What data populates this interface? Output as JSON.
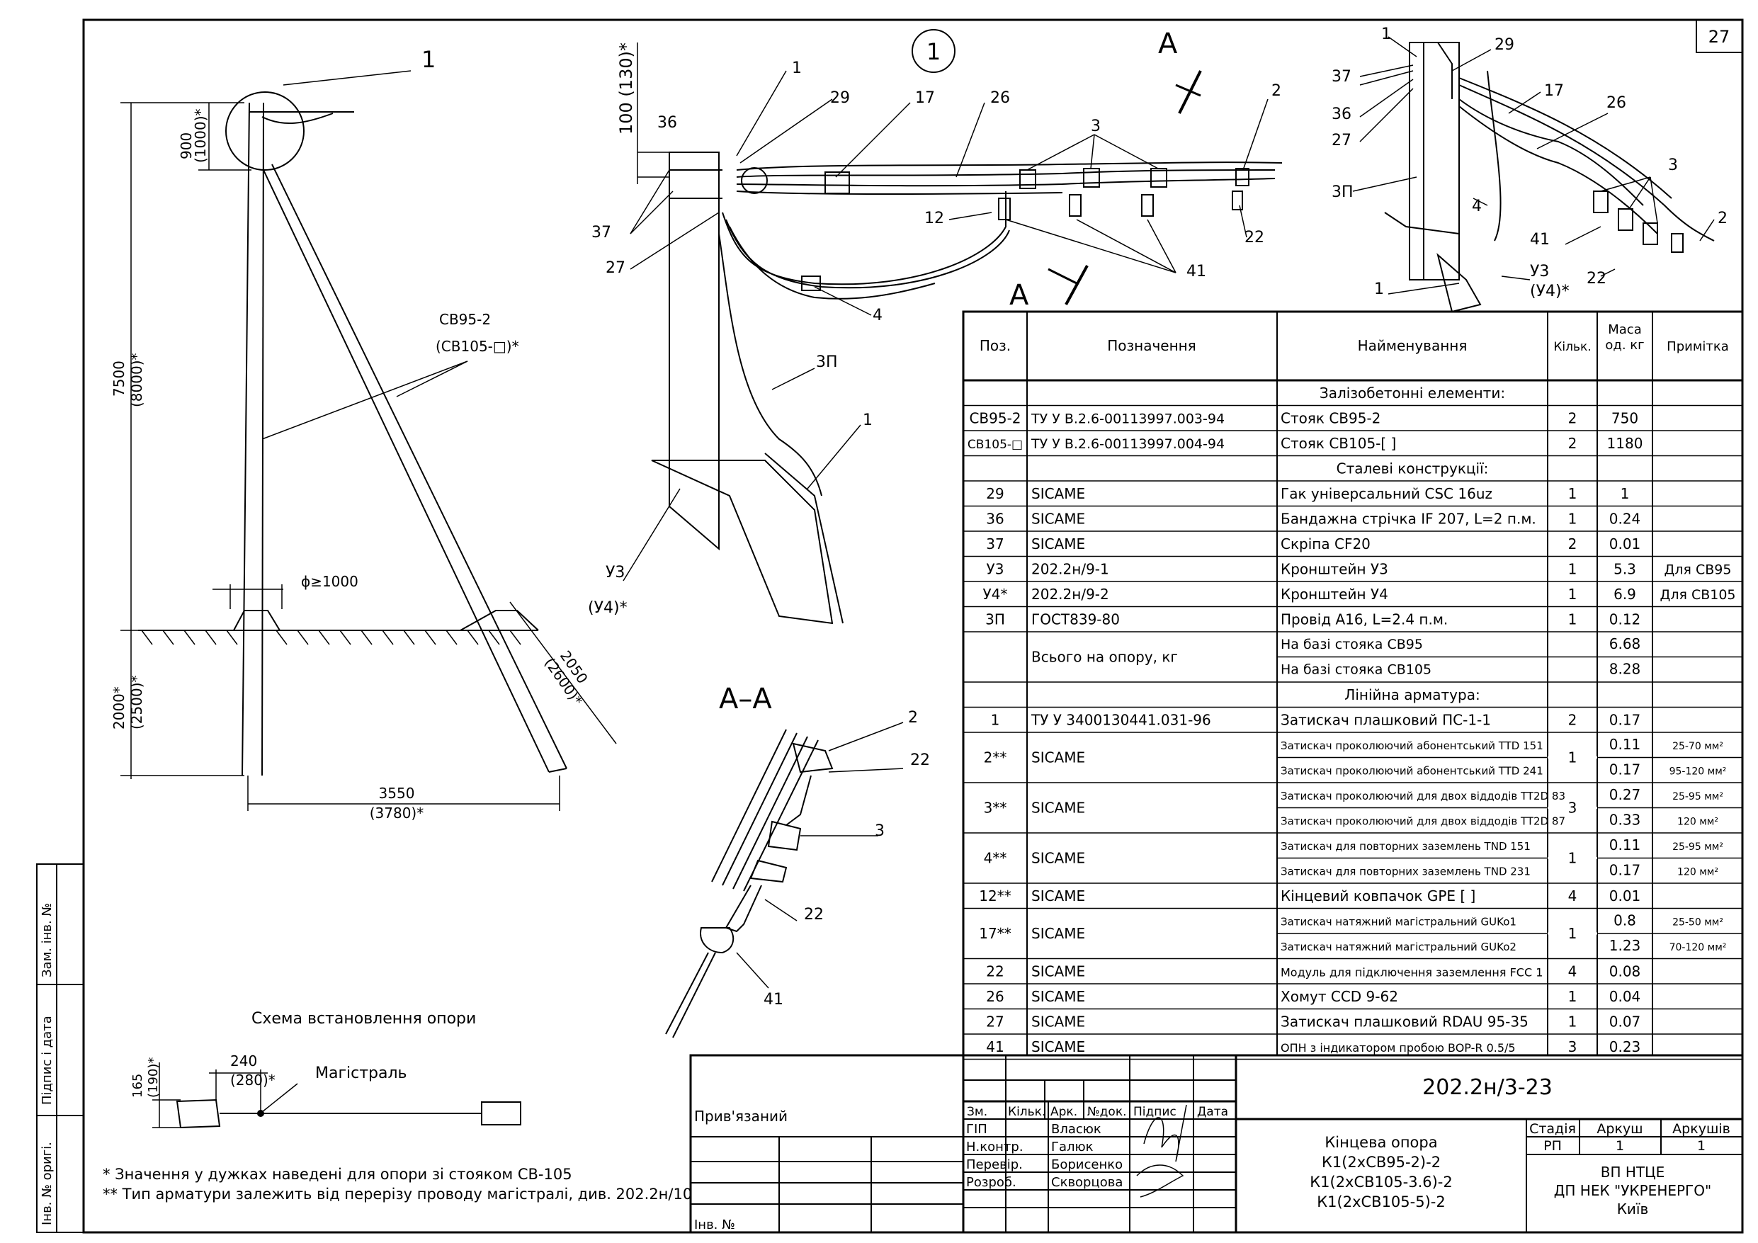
{
  "sheet_number": "27",
  "view_number": "1",
  "section_mark": "А",
  "section_title": "А–А",
  "pole": {
    "height_top": "900",
    "height_top_alt": "(1000)*",
    "height_total": "7500",
    "height_total_alt": "(8000)*",
    "depth": "2000*",
    "depth_alt": "(2500)*",
    "strut_label": "СВ95-2",
    "strut_label_alt": "(СВ105-□)*",
    "pit_diameter": "ϕ≥1000",
    "strut_depth": "2050",
    "strut_depth_alt": "(2600)*",
    "base_width": "3550",
    "base_width_alt": "(3780)*",
    "callout_1": "1"
  },
  "detail": {
    "dim_100": "100 (130)*",
    "labels": [
      "1",
      "29",
      "17",
      "26",
      "3",
      "2",
      "36",
      "37",
      "27",
      "12",
      "22",
      "41",
      "4",
      "3П",
      "1",
      "У3",
      "(У4)*"
    ]
  },
  "iso": {
    "labels": [
      "1",
      "29",
      "37",
      "36",
      "27",
      "17",
      "26",
      "3",
      "3П",
      "4",
      "41",
      "2",
      "22",
      "У3",
      "(У4)*",
      "1"
    ]
  },
  "aa": {
    "labels": [
      "2",
      "22",
      "3",
      "22",
      "41"
    ]
  },
  "scheme": {
    "title": "Схема встановлення опори",
    "dim_165": "165",
    "dim_165_alt": "(190)*",
    "dim_240": "240",
    "dim_240_alt": "(280)*",
    "main_line": "Магістраль"
  },
  "notes": [
    "* Значення у дужках наведені для опори зі стояком СВ-105",
    "** Тип арматури залежить від перерізу проводу магістралі, див. 202.2н/10"
  ],
  "left_strip": [
    "Інв. № оригі.",
    "Підпис і дата",
    "Зам. інв. №"
  ],
  "spec": {
    "headers": [
      "Поз.",
      "Позначення",
      "Найменування",
      "Кільк.",
      "Маса од. кг",
      "Примітка"
    ],
    "rows": [
      {
        "type": "section",
        "title": "Залізобетонні елементи:"
      },
      {
        "pos": "СВ95-2",
        "code": "ТУ У В.2.6-00113997.003-94",
        "name": "Стояк СВ95-2",
        "qty": "2",
        "mass": "750",
        "note": ""
      },
      {
        "pos": "СВ105-□",
        "code": "ТУ У В.2.6-00113997.004-94",
        "name": "Стояк СВ105-[    ]",
        "qty": "2",
        "mass": "1180",
        "note": ""
      },
      {
        "type": "section",
        "title": "Сталеві конструкції:"
      },
      {
        "pos": "29",
        "code": "SICAME",
        "name": "Гак універсальний CSC 16uz",
        "qty": "1",
        "mass": "1",
        "note": ""
      },
      {
        "pos": "36",
        "code": "SICAME",
        "name": "Бандажна стрічка IF 207, L=2 п.м.",
        "qty": "1",
        "mass": "0.24",
        "note": ""
      },
      {
        "pos": "37",
        "code": "SICAME",
        "name": "Скріпа CF20",
        "qty": "2",
        "mass": "0.01",
        "note": ""
      },
      {
        "pos": "У3",
        "code": "202.2н/9-1",
        "name": "Кронштейн У3",
        "qty": "1",
        "mass": "5.3",
        "note": "Для СВ95"
      },
      {
        "pos": "У4*",
        "code": "202.2н/9-2",
        "name": "Кронштейн У4",
        "qty": "1",
        "mass": "6.9",
        "note": "Для СВ105"
      },
      {
        "pos": "3П",
        "code": "ГОСТ839-80",
        "name": "Провід А16, L=2.4 п.м.",
        "qty": "1",
        "mass": "0.12",
        "note": ""
      },
      {
        "type": "total",
        "code": "Всього на опору, кг",
        "names": [
          "На базі стояка СВ95",
          "На базі стояка СВ105"
        ],
        "masses": [
          "6.68",
          "8.28"
        ]
      },
      {
        "type": "section",
        "title": "Лінійна арматура:"
      },
      {
        "pos": "1",
        "code": "ТУ У 3400130441.031-96",
        "name": "Затискач плашковий ПС-1-1",
        "qty": "2",
        "mass": "0.17",
        "note": ""
      },
      {
        "type": "double",
        "pos": "2**",
        "code": "SICAME",
        "qty": "1",
        "names": [
          "Затискач проколюючий абонентський TTD 151",
          "Затискач проколюючий абонентський TTD 241"
        ],
        "masses": [
          "0.11",
          "0.17"
        ],
        "notes": [
          "25-70 мм²",
          "95-120 мм²"
        ]
      },
      {
        "type": "double",
        "pos": "3**",
        "code": "SICAME",
        "qty": "3",
        "names": [
          "Затискач проколюючий для двох віддодів TT2D 83",
          "Затискач проколюючий для двох віддодів TT2D 87"
        ],
        "masses": [
          "0.27",
          "0.33"
        ],
        "notes": [
          "25-95 мм²",
          "120 мм²"
        ]
      },
      {
        "type": "double",
        "pos": "4**",
        "code": "SICAME",
        "qty": "1",
        "names": [
          "Затискач для повторних заземлень TND 151",
          "Затискач для повторних заземлень TND 231"
        ],
        "masses": [
          "0.11",
          "0.17"
        ],
        "notes": [
          "25-95 мм²",
          "120 мм²"
        ]
      },
      {
        "pos": "12**",
        "code": "SICAME",
        "name": "Кінцевий ковпачок GPE [    ]",
        "qty": "4",
        "mass": "0.01",
        "note": ""
      },
      {
        "type": "double",
        "pos": "17**",
        "code": "SICAME",
        "qty": "1",
        "names": [
          "Затискач натяжний магістральний GUKo1",
          "Затискач натяжний магістральний GUKo2"
        ],
        "masses": [
          "0.8",
          "1.23"
        ],
        "notes": [
          "25-50 мм²",
          "70-120 мм²"
        ]
      },
      {
        "pos": "22",
        "code": "SICAME",
        "name": "Модуль для підключення заземлення FCC 1",
        "qty": "4",
        "mass": "0.08",
        "note": ""
      },
      {
        "pos": "26",
        "code": "SICAME",
        "name": "Хомут CCD 9-62",
        "qty": "1",
        "mass": "0.04",
        "note": ""
      },
      {
        "pos": "27",
        "code": "SICAME",
        "name": "Затискач плашковий RDAU 95-35",
        "qty": "1",
        "mass": "0.07",
        "note": ""
      },
      {
        "pos": "41",
        "code": "SICAME",
        "name": "ОПН з індикатором пробою BOP-R 0.5/5",
        "qty": "3",
        "mass": "0.23",
        "note": ""
      }
    ]
  },
  "title_block": {
    "doc_number": "202.2н/3-23",
    "bound_label": "Прив'язаний",
    "inv_label": "Інв. №",
    "change_headers": [
      "Зм.",
      "Кільк.",
      "Арк.",
      "№док.",
      "Підпис",
      "Дата"
    ],
    "roles": [
      "ГІП",
      "Н.контр.",
      "Перевір.",
      "Розроб."
    ],
    "names": [
      "Власюк",
      "Галюк",
      "Борисенко",
      "Скворцова"
    ],
    "doc_title": [
      "Кінцева опора",
      "К1(2хСВ95-2)-2",
      "К1(2хСВ105-3.6)-2",
      "К1(2хСВ105-5)-2"
    ],
    "stage_headers": [
      "Стадія",
      "Аркуш",
      "Аркушів"
    ],
    "stage_values": [
      "РП",
      "1",
      "1"
    ],
    "org": [
      "ВП НТЦЕ",
      "ДП НЕК \"УКРЕНЕРГО\"",
      "Київ"
    ]
  }
}
